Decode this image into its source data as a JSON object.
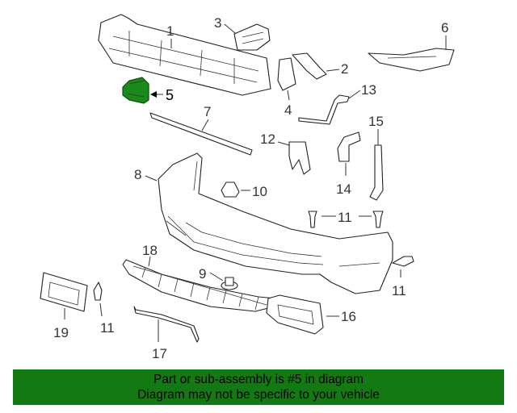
{
  "highlight_color": "#1a8a1a",
  "banner_color": "#137a13",
  "callouts": {
    "p1": "1",
    "p2": "2",
    "p3": "3",
    "p4": "4",
    "p5": "5",
    "p6": "6",
    "p7": "7",
    "p8": "8",
    "p9": "9",
    "p10": "10",
    "p11a": "11",
    "p11b": "11",
    "p11c": "11",
    "p12": "12",
    "p13": "13",
    "p14": "14",
    "p15": "15",
    "p16": "16",
    "p17": "17",
    "p18": "18",
    "p19": "19"
  },
  "banner": {
    "line1": "Part or sub-assembly is #5 in diagram",
    "line2": "Diagram may not be specific to your vehicle"
  }
}
